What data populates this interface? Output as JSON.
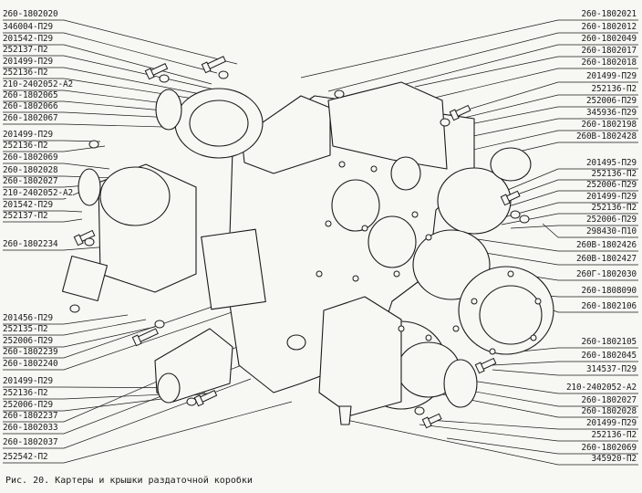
{
  "caption": "Рис. 20. Картеры и крышки раздаточной коробки",
  "colors": {
    "ink": "#1a1a1a",
    "paper": "#f7f7f3"
  },
  "labels_left": [
    "260-1802020",
    "346004-П29",
    "201542-П29",
    "252137-П2",
    "201499-П29",
    "252136-П2",
    "210-2402052-А2",
    "260-1802065",
    "260-1802066",
    "260-1802067",
    "201499-П29",
    "252136-П2",
    "260-1802069",
    "260-1802028",
    "260-1802027",
    "210-2402052-А2",
    "201542-П29",
    "252137-П2",
    "260-1802234",
    "201456-П29",
    "252135-П2",
    "252006-П29",
    "260-1802239",
    "260-1802240",
    "201499-П29",
    "252136-П2",
    "252006-П29",
    "260-1802237",
    "260-1802033",
    "260-1802037",
    "252542-П2"
  ],
  "labels_right": [
    "260-1802021",
    "260-1802012",
    "260-1802049",
    "260-1802017",
    "260-1802018",
    "201499-П29",
    "252136-П2",
    "252006-П29",
    "345936-П29",
    "260-1802198",
    "260В-1802428",
    "201495-П29",
    "252136-П2",
    "252006-П29",
    "201499-П29",
    "252136-П2",
    "252006-П29",
    "298430-П10",
    "260В-1802426",
    "260В-1802427",
    "260Г-1802030",
    "260-1808090",
    "260-1802106",
    "260-1802105",
    "260-1802045",
    "314537-П29",
    "210-2402052-А2",
    "260-1802027",
    "260-1802028",
    "201499-П29",
    "252136-П2",
    "260-1802069",
    "345920-П2"
  ]
}
